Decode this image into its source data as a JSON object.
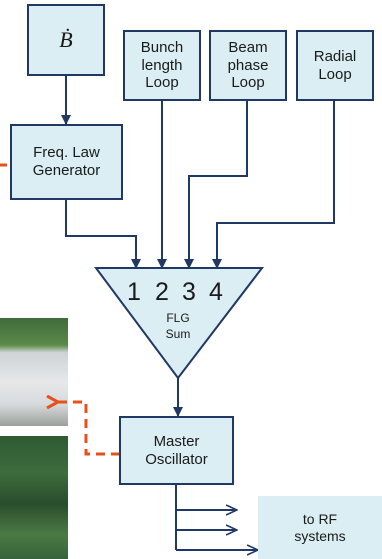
{
  "blocks": {
    "bdot": "Ḃ",
    "bunch": "Bunch\nlength\nLoop",
    "beam": "Beam\nphase\nLoop",
    "radial": "Radial\nLoop",
    "flg": "Freq. Law\nGenerator",
    "master": "Master\nOscillator",
    "rf": "to RF\nsystems"
  },
  "sum": {
    "inputs": [
      "1",
      "2",
      "3",
      "4"
    ],
    "label": "FLG\nSum"
  },
  "colors": {
    "block_fill": "#dbeef4",
    "block_border": "#1f3864",
    "arrow": "#1f3864",
    "dashed": "#e8501a"
  }
}
